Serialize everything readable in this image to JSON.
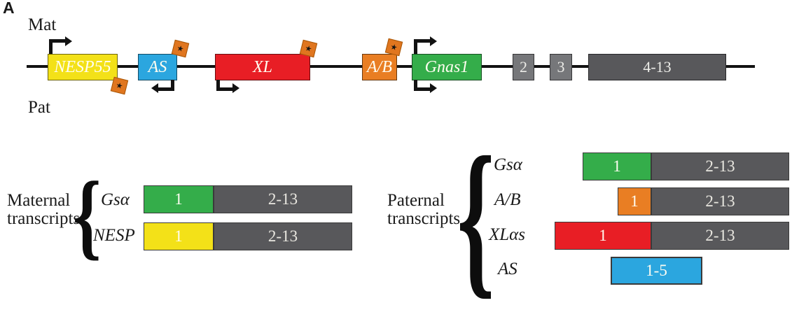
{
  "panel_label": "A",
  "icons": {
    "star": "★",
    "brace": "{"
  },
  "colors": {
    "yellow": "#F3E118",
    "blue": "#2BA6DF",
    "red": "#E81E25",
    "orange": "#E97E23",
    "green": "#34AD4A",
    "gray_light": "#76777A",
    "gray_dark": "#58585B",
    "marker_orange": "#E0761F"
  },
  "locus": {
    "maternal_label": "Mat",
    "paternal_label": "Pat",
    "genes": [
      {
        "label": "NESP55",
        "color": "#F3E118"
      },
      {
        "label": "AS",
        "color": "#2BA6DF"
      },
      {
        "label": "XL",
        "color": "#E81E25"
      },
      {
        "label": "A/B",
        "color": "#E97E23"
      },
      {
        "label": "Gnas1",
        "color": "#34AD4A"
      },
      {
        "label": "2",
        "color": "#76777A"
      },
      {
        "label": "3",
        "color": "#76777A"
      },
      {
        "label": "4-13",
        "color": "#58585B"
      }
    ]
  },
  "maternal_transcripts": {
    "title_line1": "Maternal",
    "title_line2": "transcripts",
    "rows": [
      {
        "gene": "Gsα",
        "exon1": "1",
        "exon1_color": "#34AD4A",
        "exons_rest": "2-13",
        "rest_color": "#58585B"
      },
      {
        "gene": "NESP",
        "exon1": "1",
        "exon1_color": "#F3E118",
        "exons_rest": "2-13",
        "rest_color": "#58585B"
      }
    ]
  },
  "paternal_transcripts": {
    "title_line1": "Paternal",
    "title_line2": "transcripts",
    "rows": [
      {
        "gene": "Gsα",
        "exon1": "1",
        "exon1_color": "#34AD4A",
        "exons_rest": "2-13",
        "rest_color": "#58585B"
      },
      {
        "gene": "A/B",
        "exon1": "1",
        "exon1_color": "#E97E23",
        "exons_rest": "2-13",
        "rest_color": "#58585B"
      },
      {
        "gene": "XLαs",
        "exon1": "1",
        "exon1_color": "#E81E25",
        "exons_rest": "2-13",
        "rest_color": "#58585B"
      },
      {
        "gene": "AS",
        "exons": "1-5",
        "exon1_color": "#2BA6DF"
      }
    ]
  }
}
